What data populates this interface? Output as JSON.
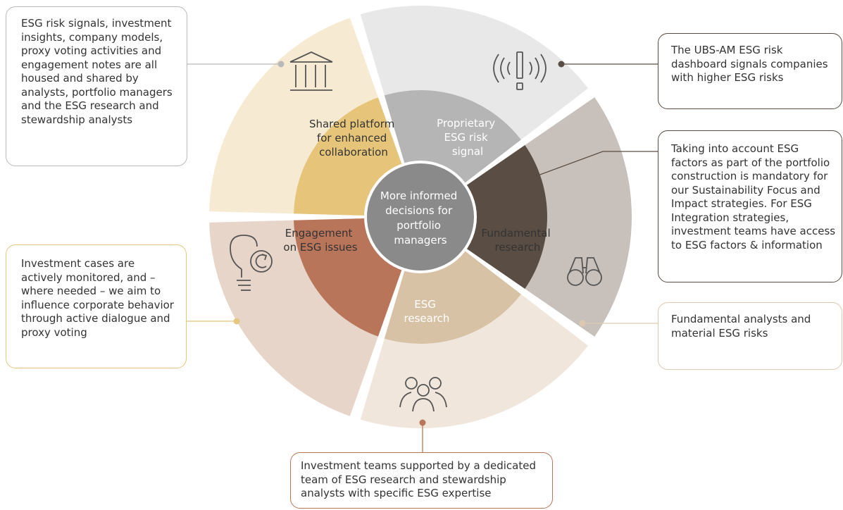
{
  "center": {
    "lines": [
      "More informed",
      "decisions for",
      "portfolio",
      "managers"
    ]
  },
  "segments": [
    {
      "id": "shared-platform",
      "inner_lines": [
        "Shared platform",
        "for enhanced",
        "collaboration"
      ],
      "icon": "bank-building-icon",
      "inner_color": "#b5b5b5",
      "outer_color": "#e8e8e8",
      "text_color": "#333333"
    },
    {
      "id": "esg-risk-signal",
      "inner_lines": [
        "Proprietary",
        "ESG risk",
        "signal"
      ],
      "icon": "signal-alert-icon",
      "inner_color": "#5a4d43",
      "outer_color": "#c8c0ba",
      "text_color": "#ffffff"
    },
    {
      "id": "fundamental-research",
      "inner_lines": [
        "Fundamental",
        "research"
      ],
      "icon": "binoculars-icon",
      "inner_color": "#d8c2a6",
      "outer_color": "#f1e6dc",
      "text_color": "#333333"
    },
    {
      "id": "esg-research",
      "inner_lines": [
        "ESG",
        "research"
      ],
      "icon": "people-group-icon",
      "inner_color": "#b8755a",
      "outer_color": "#e8d5c9",
      "text_color": "#ffffff"
    },
    {
      "id": "engagement",
      "inner_lines": [
        "Engagement",
        "on ESG issues"
      ],
      "icon": "lightbulb-refresh-icon",
      "inner_color": "#e6c57a",
      "outer_color": "#f7ead2",
      "text_color": "#333333"
    }
  ],
  "callouts": {
    "shared": "ESG risk signals, investment insights, company models, proxy voting activities and engagement notes are all housed and shared by analysts, portfolio managers and the ESG research and stewardship analysts",
    "signal": "The UBS-AM ESG risk dashboard signals companies with higher ESG risks",
    "portfolio": "Taking into account ESG factors as part of the portfolio construction is mandatory for our Sustainability Focus and Impact strategies. For ESG Integration strategies, investment teams have access to ESG factors & information",
    "fundamental": "Fundamental analysts and material ESG risks",
    "engagement": "Investment cases are actively monitored, and – where needed – we aim to influence corporate behavior through active dialogue and proxy voting",
    "research": "Investment teams supported by a dedicated team of ESG research and stewardship analysts with specific ESG expertise"
  },
  "colors": {
    "center": "#8a8a8a",
    "line_gray": "#b9b9b9",
    "dark": "#5a4d43"
  }
}
